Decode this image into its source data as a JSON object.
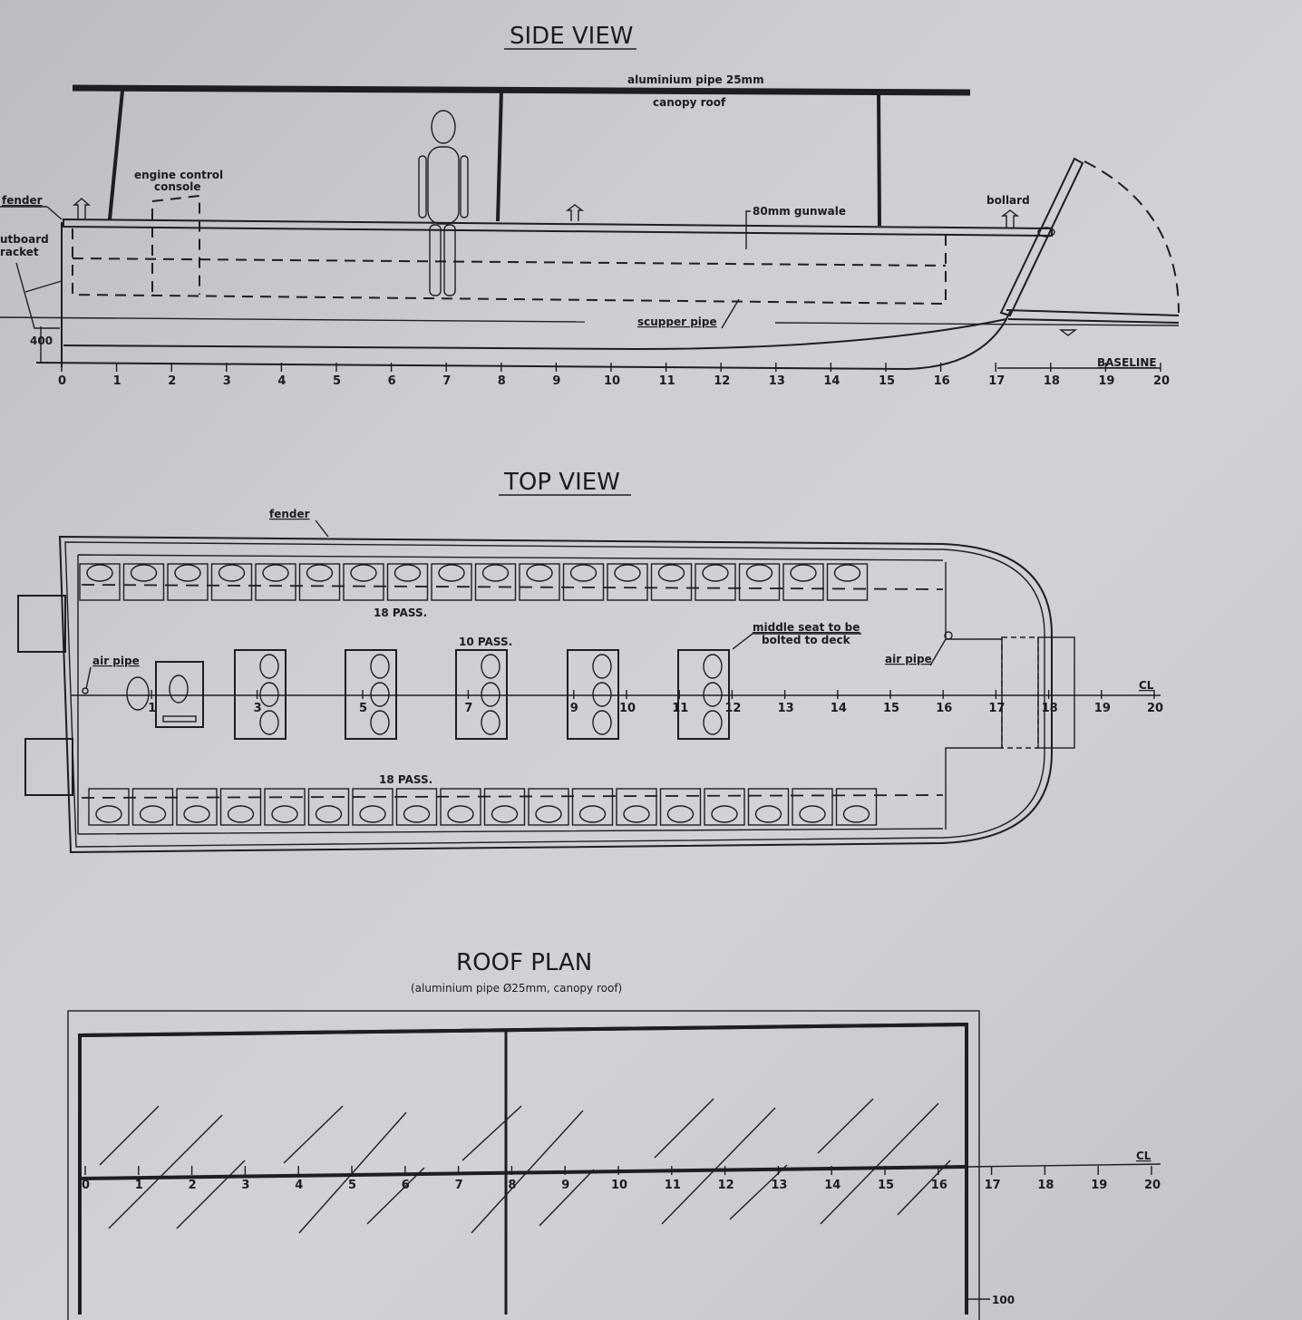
{
  "side_view": {
    "title": "SIDE VIEW",
    "labels": {
      "pipe": "aluminium pipe 25mm",
      "roof": "canopy roof",
      "console": "engine control",
      "console2": "console",
      "fender": "fender",
      "outboard": "utboard",
      "outboard2": "racket",
      "gunwale": "80mm gunwale",
      "bollard": "bollard",
      "scupper": "scupper pipe",
      "baseline": "BASELINE",
      "dim400": "400"
    },
    "stations": [
      "0",
      "1",
      "2",
      "3",
      "4",
      "5",
      "6",
      "7",
      "8",
      "9",
      "10",
      "11",
      "12",
      "13",
      "14",
      "15",
      "16",
      "17",
      "18",
      "19",
      "20"
    ]
  },
  "top_view": {
    "title": "TOP VIEW",
    "labels": {
      "fender": "fender",
      "pass_top": "18 PASS.",
      "pass_mid": "10 PASS.",
      "pass_bot": "18 PASS.",
      "middle_seat": "middle seat to be",
      "middle_seat2": "bolted to deck",
      "air_pipe_aft": "air pipe",
      "air_pipe_fwd": "air pipe",
      "cl": "CL"
    },
    "stations": [
      "1",
      "3",
      "5",
      "7",
      "9",
      "10",
      "11",
      "12",
      "13",
      "14",
      "15",
      "16",
      "17",
      "18",
      "19",
      "20"
    ]
  },
  "roof_plan": {
    "title": "ROOF PLAN",
    "subtitle": "(aluminium pipe Ø25mm, canopy roof)",
    "dim": "100",
    "cl": "CL",
    "stations": [
      "0",
      "1",
      "2",
      "3",
      "4",
      "5",
      "6",
      "7",
      "8",
      "9",
      "10",
      "11",
      "12",
      "13",
      "14",
      "15",
      "16",
      "17",
      "18",
      "19",
      "20"
    ]
  }
}
